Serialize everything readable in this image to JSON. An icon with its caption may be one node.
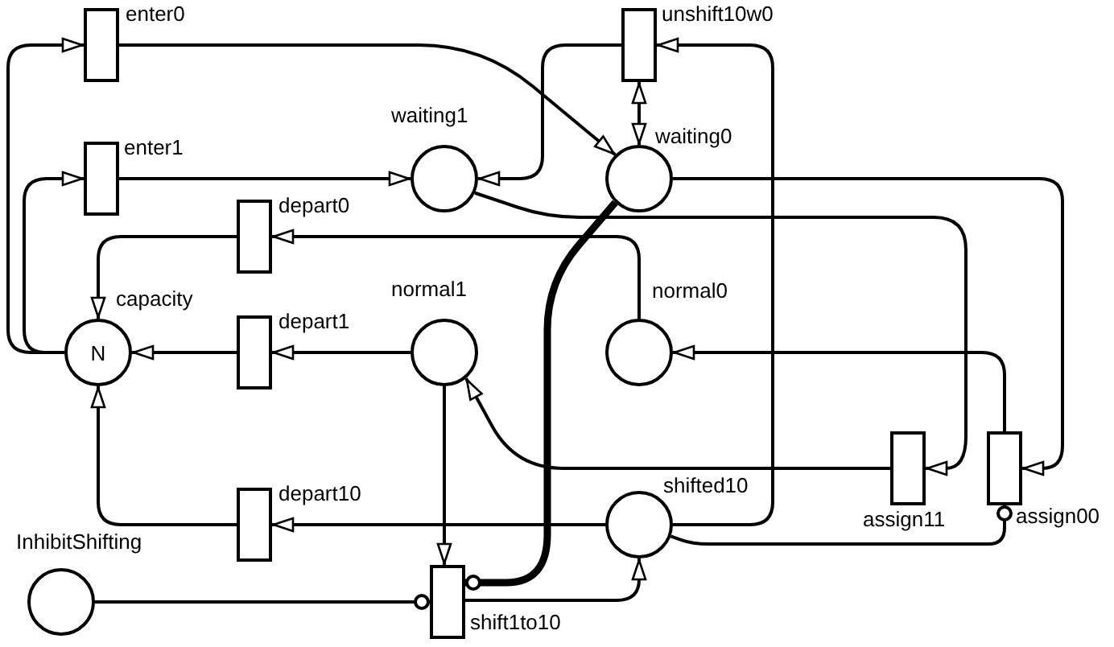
{
  "diagram": {
    "nodes": [
      {
        "text": [],
        "shape": "box",
        "beside": [
          "enter0"
        ]
      },
      {
        "text": [],
        "shape": "box",
        "beside": [
          "unshift10w0"
        ]
      },
      {
        "text": [],
        "shape": "box",
        "beside": [
          "enter1"
        ]
      },
      {
        "text": [],
        "shape": "circle",
        "beside": [
          "waiting1"
        ]
      },
      {
        "text": [],
        "shape": "circle",
        "beside": [
          "waiting0"
        ]
      },
      {
        "text": [],
        "shape": "box",
        "beside": [
          "depart0"
        ]
      },
      {
        "text": [
          "N"
        ],
        "beside": [
          "capacity"
        ]
      },
      {
        "text": [],
        "shape": "box",
        "beside": [
          "depart1"
        ]
      },
      {
        "text": [],
        "shape": "circle",
        "beside": [
          "normal1"
        ]
      },
      {
        "text": [],
        "shape": "circle",
        "beside": [
          "normal0"
        ]
      },
      {
        "text": [],
        "shape": "box",
        "beside": [
          "assign11"
        ]
      },
      {
        "text": [],
        "shape": "box",
        "beside": [
          "assign00"
        ]
      },
      {
        "text": [],
        "shape": "box",
        "beside": [
          "depart10"
        ]
      },
      {
        "text": [],
        "shape": "circle",
        "beside": [
          "shifted10"
        ]
      },
      {
        "text": [],
        "shape": "circle",
        "beside": [
          "InhibitShifting"
        ]
      },
      {
        "text": [],
        "shape": "box",
        "beside": [
          "shift1to10"
        ]
      }
    ],
    "edges": [
      {
        "from": 6,
        "to": 0,
        "arrow": "to"
      },
      {
        "from": 6,
        "to": 2,
        "arrow": "to"
      },
      {
        "from": 0,
        "to": 4,
        "arrow": "to"
      },
      {
        "from": 2,
        "to": 3,
        "arrow": "to"
      },
      {
        "from": 1,
        "to": 3,
        "arrow": "to"
      },
      {
        "from": 13,
        "to": 1,
        "arrow": "to"
      },
      {
        "from": 1,
        "to": 4,
        "arrow": "both"
      },
      {
        "from": 4,
        "to": 11,
        "arrow": "to"
      },
      {
        "from": 3,
        "to": 10,
        "arrow": "to"
      },
      {
        "from": 9,
        "to": 5,
        "arrow": "to"
      },
      {
        "from": 5,
        "to": 6,
        "arrow": "to"
      },
      {
        "from": 8,
        "to": 7,
        "arrow": "to"
      },
      {
        "from": 7,
        "to": 6,
        "arrow": "to"
      },
      {
        "from": 13,
        "to": 12,
        "arrow": "to"
      },
      {
        "from": 12,
        "to": 6,
        "arrow": "to"
      },
      {
        "from": 8,
        "to": 15,
        "arrow": "to"
      },
      {
        "from": 15,
        "to": 13,
        "arrow": "to"
      },
      {
        "from": 14,
        "to": 15,
        "arrow": "other"
      },
      {
        "from": 4,
        "to": 15,
        "arrow": "other",
        "style": "thick"
      },
      {
        "from": 10,
        "to": 8,
        "arrow": "to"
      },
      {
        "from": 11,
        "to": 9,
        "arrow": "to"
      },
      {
        "from": 13,
        "to": 11,
        "arrow": "other"
      }
    ]
  }
}
